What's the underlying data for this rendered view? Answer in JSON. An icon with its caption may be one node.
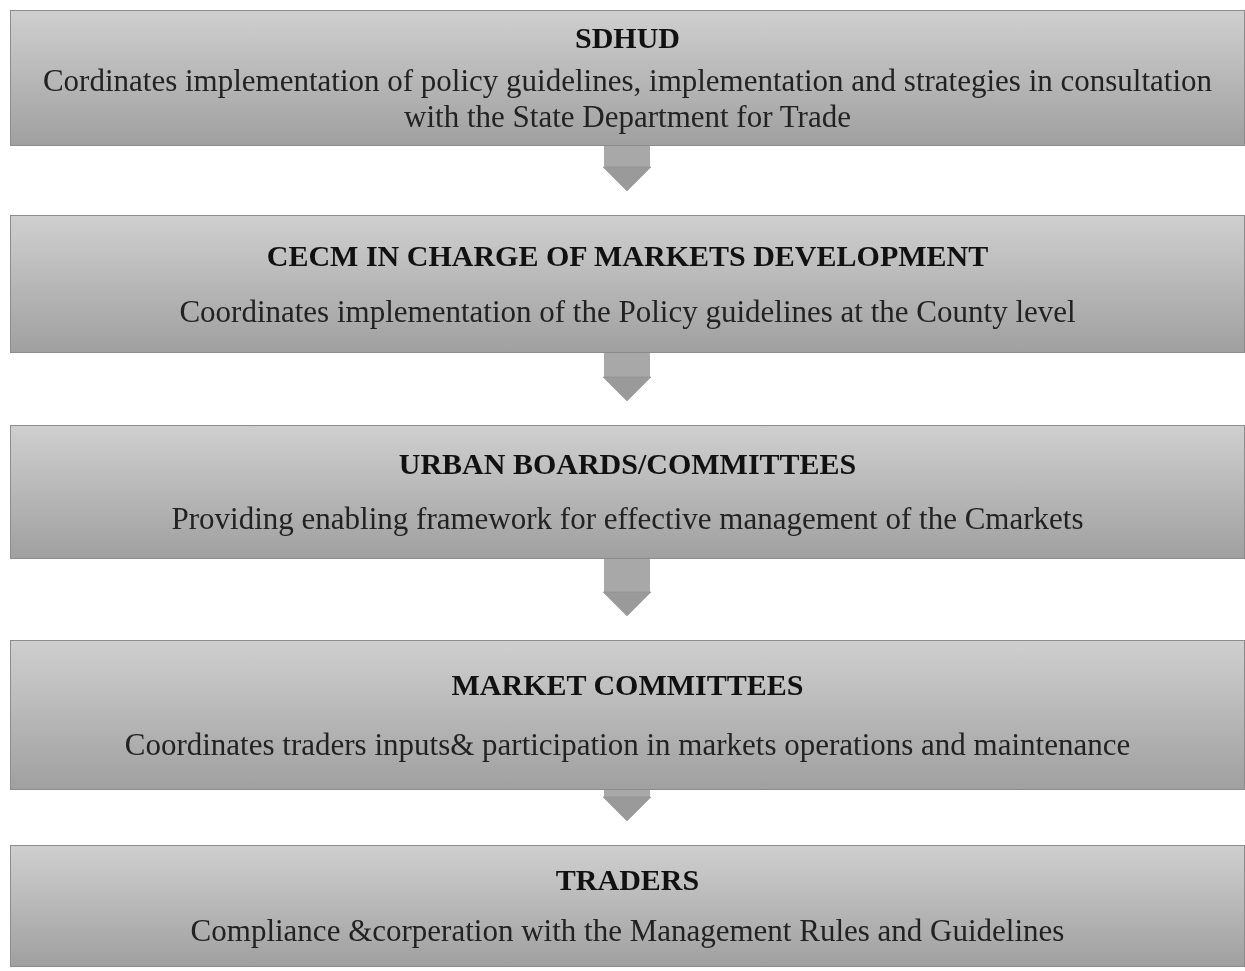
{
  "diagram": {
    "nodes": [
      {
        "text": [
          "SDHUD",
          "Cordinates implementation of policy guidelines, implementation and strategies in consultation with the State Department for Trade"
        ]
      },
      {
        "text": [
          "CECM IN CHARGE OF MARKETS DEVELOPMENT",
          "Coordinates implementation of the Policy guidelines at the County level"
        ]
      },
      {
        "text": [
          "URBAN BOARDS/COMMITTEES",
          "Providing enabling framework for effective management of the Cmarkets"
        ]
      },
      {
        "text": [
          "MARKET  COMMITTEES",
          "Coordinates traders inputs& participation in markets operations and maintenance"
        ]
      },
      {
        "text": [
          "TRADERS",
          "Compliance &corperation with the Management Rules and Guidelines"
        ]
      }
    ],
    "edges": [
      {
        "from": 0,
        "to": 1,
        "arrow": "to"
      },
      {
        "from": 1,
        "to": 2,
        "arrow": "to"
      },
      {
        "from": 2,
        "to": 3,
        "arrow": "to"
      },
      {
        "from": 3,
        "to": 4,
        "arrow": "to"
      }
    ]
  }
}
